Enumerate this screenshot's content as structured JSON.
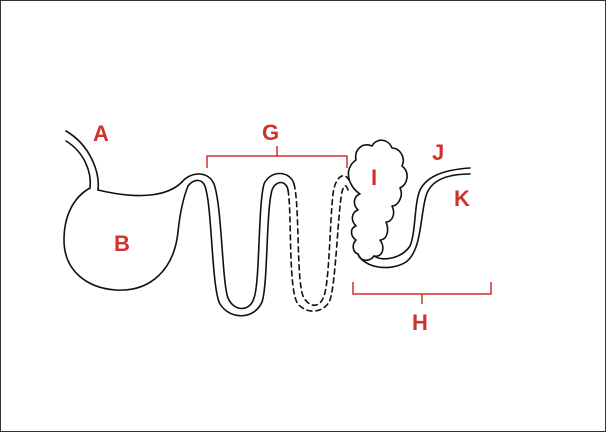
{
  "colors": {
    "label": "#d0312d",
    "bracket": "#d0312d",
    "outline": "#111111"
  },
  "labels": {
    "a": "A",
    "b": "B",
    "g": "G",
    "h": "H",
    "i": "I",
    "j": "J",
    "k": "K"
  }
}
